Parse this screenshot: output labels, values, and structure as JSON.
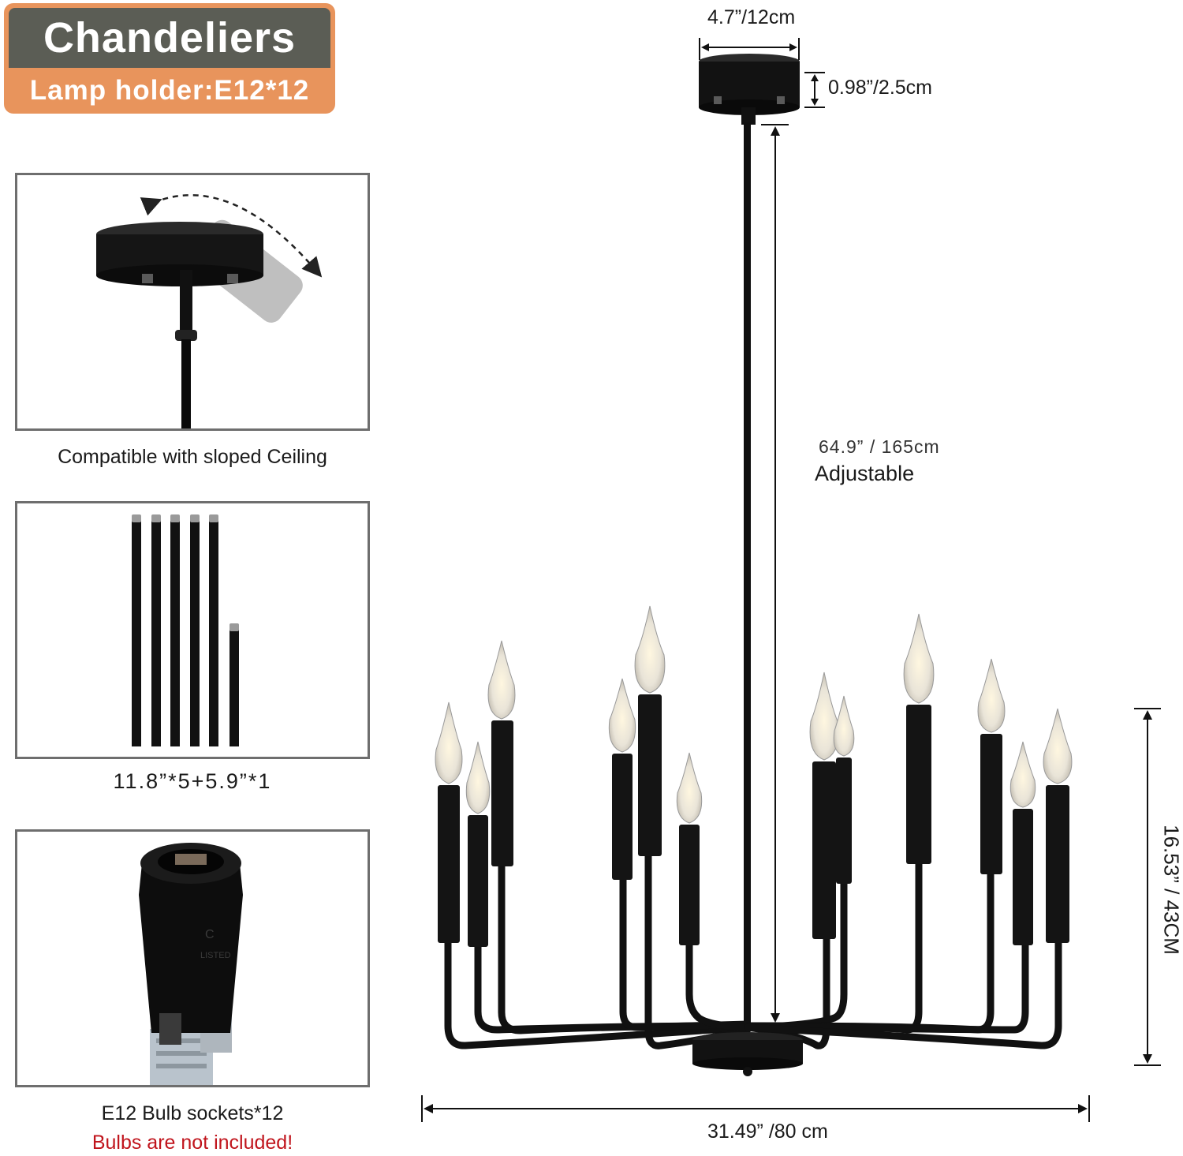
{
  "badge": {
    "title": "Chandeliers",
    "subtitle": "Lamp holder:E12*12",
    "colors": {
      "accent": "#e8945c",
      "dark": "#5b5d55"
    }
  },
  "panels": {
    "sloped": {
      "caption": "Compatible with sloped Ceiling",
      "icon": "sloped-canopy-icon"
    },
    "rods": {
      "caption": "11.8”*5+5.9”*1",
      "icon": "extension-rods-icon"
    },
    "socket": {
      "caption": "E12 Bulb sockets*12",
      "warning": "Bulbs are not included!",
      "icon": "bulb-socket-icon"
    }
  },
  "dimensions": {
    "canopy_width": "4.7”/12cm",
    "canopy_height": "0.98”/2.5cm",
    "rod_length": "64.9” / 165cm",
    "rod_note": "Adjustable",
    "fixture_height": "16.53” / 43CM",
    "fixture_width": "31.49” /80 cm"
  },
  "colors": {
    "warning_red": "#c0141c",
    "fixture_black": "#111111"
  }
}
